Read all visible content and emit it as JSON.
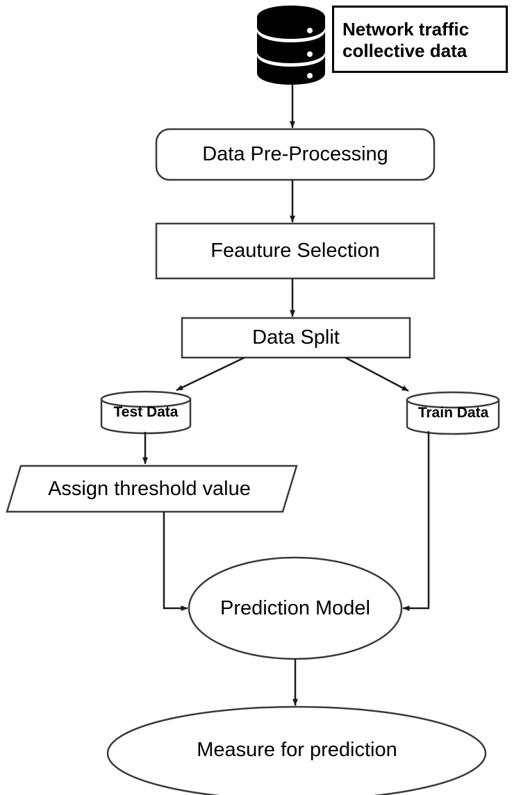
{
  "diagram": {
    "title_text": "Network traffic\ncollective data",
    "nodes": {
      "source_icon": "database-cylinder-icon",
      "source_label": "Network traffic\ncollective data",
      "preprocessing": "Data Pre-Processing",
      "feature_selection": "Feauture Selection",
      "data_split": "Data Split",
      "test_data": "Test Data",
      "train_data": "Train Data",
      "assign_threshold": "Assign threshold value",
      "prediction_model": "Prediction Model",
      "measure": "Measure for prediction"
    },
    "node_shapes": {
      "source_icon": "database",
      "source_label": "rectangle",
      "preprocessing": "rounded-rectangle",
      "feature_selection": "rectangle",
      "data_split": "rectangle",
      "test_data": "cylinder",
      "train_data": "cylinder",
      "assign_threshold": "parallelogram",
      "prediction_model": "ellipse",
      "measure": "ellipse"
    },
    "edges": [
      {
        "from": "source_icon",
        "to": "preprocessing",
        "style": "straight-arrow"
      },
      {
        "from": "preprocessing",
        "to": "feature_selection",
        "style": "straight-arrow"
      },
      {
        "from": "feature_selection",
        "to": "data_split",
        "style": "straight-arrow"
      },
      {
        "from": "data_split",
        "to": "test_data",
        "style": "diagonal-arrow"
      },
      {
        "from": "data_split",
        "to": "train_data",
        "style": "diagonal-arrow"
      },
      {
        "from": "test_data",
        "to": "assign_threshold",
        "style": "straight-arrow"
      },
      {
        "from": "assign_threshold",
        "to": "prediction_model",
        "style": "elbow-arrow"
      },
      {
        "from": "train_data",
        "to": "prediction_model",
        "style": "elbow-arrow"
      },
      {
        "from": "prediction_model",
        "to": "measure",
        "style": "straight-arrow"
      }
    ],
    "colors": {
      "stroke": "#1a1a1a",
      "fill": "#ffffff",
      "icon": "#000000",
      "text": "#000000"
    }
  }
}
